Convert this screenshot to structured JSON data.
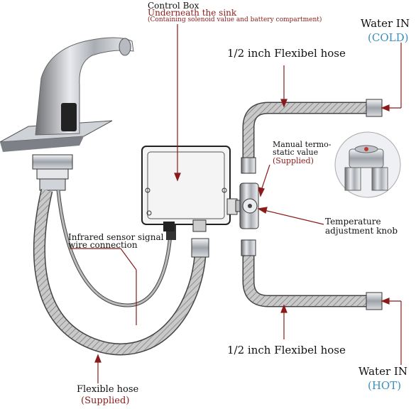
{
  "control_box": {
    "title": "Control Box",
    "subtitle": "Underneath the sink",
    "note": "(Containing solenoid value and battery compartment)"
  },
  "water_cold": {
    "line1": "Water IN",
    "line2": "(COLD)"
  },
  "water_hot": {
    "line1": "Water IN",
    "line2": "(HOT)"
  },
  "hose_top": "1/2 inch Flexibel hose",
  "hose_bottom": "1/2 inch Flexibel hose",
  "thermo": {
    "line1": "Manual termo-",
    "line2": "static value",
    "line3": "(Supplied)"
  },
  "knob": {
    "line1": "Temperature",
    "line2": "adjustment knob"
  },
  "sensor": {
    "line1": "Infrared sensor signal",
    "line2": "wire connection"
  },
  "flex": {
    "line1": "Flexible hose",
    "line2": "(Supplied)"
  },
  "colors": {
    "label_red": "#8b1a1a",
    "label_blue": "#3a8fc0",
    "hose": "#9a9a9a",
    "outline": "#222222"
  }
}
